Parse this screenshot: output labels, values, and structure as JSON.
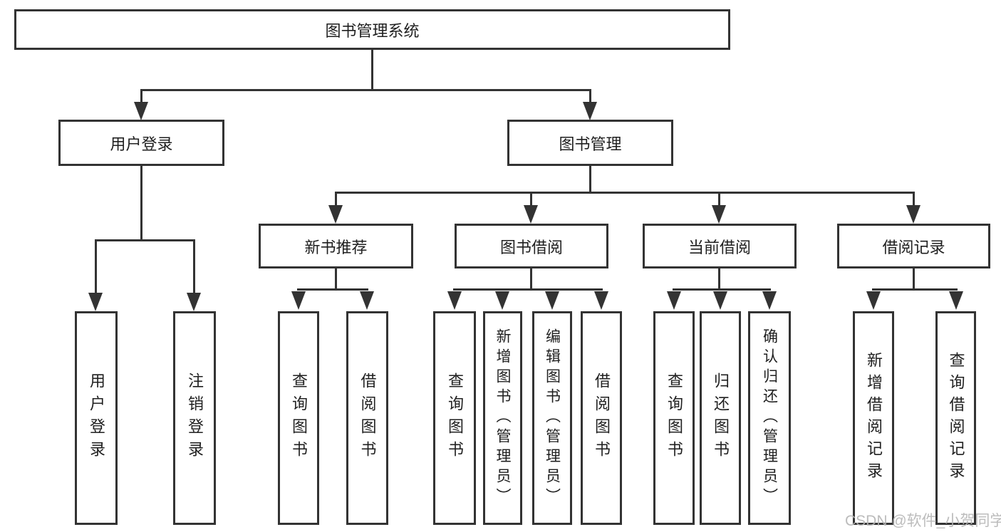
{
  "diagram": {
    "type": "org-tree",
    "root": {
      "label": "图书管理系统"
    },
    "branches": {
      "user_login": {
        "label": "用户登录",
        "children": [
          {
            "label": "用户登录"
          },
          {
            "label": "注销登录"
          }
        ]
      },
      "book_management": {
        "label": "图书管理",
        "children": [
          {
            "label": "新书推荐",
            "children": [
              {
                "label": "查询图书"
              },
              {
                "label": "借阅图书"
              }
            ]
          },
          {
            "label": "图书借阅",
            "children": [
              {
                "label": "查询图书"
              },
              {
                "label": "新增图书（管理员）"
              },
              {
                "label": "编辑图书（管理员）"
              },
              {
                "label": "借阅图书"
              }
            ]
          },
          {
            "label": "当前借阅",
            "children": [
              {
                "label": "查询图书"
              },
              {
                "label": "归还图书"
              },
              {
                "label": "确认归还（管理员）"
              }
            ]
          },
          {
            "label": "借阅记录",
            "children": [
              {
                "label": "新增借阅记录"
              },
              {
                "label": "查询借阅记录"
              }
            ]
          }
        ]
      }
    },
    "watermark": "CSDN @软件_小贺同学",
    "colors": {
      "line": "#333333",
      "text": "#1f1f1f",
      "watermark": "#b5b5b5",
      "background": "#ffffff"
    }
  }
}
